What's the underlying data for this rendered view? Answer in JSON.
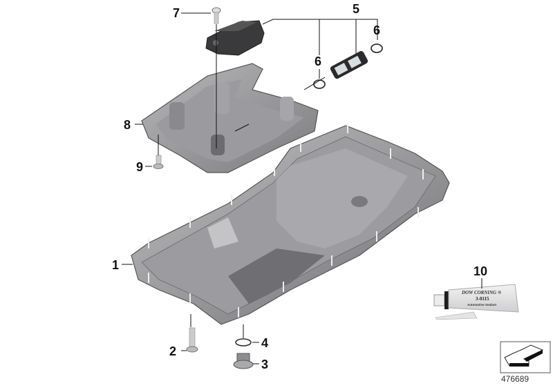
{
  "diagram": {
    "type": "exploded parts diagram",
    "subject": "Engine oil pan assembly with oil deflector, filter strainer and sealant",
    "diagram_number": "476689",
    "callouts": [
      {
        "id": "1",
        "label": "1",
        "part": "oil pan"
      },
      {
        "id": "2",
        "label": "2",
        "part": "bolt"
      },
      {
        "id": "3",
        "label": "3",
        "part": "drain plug"
      },
      {
        "id": "4",
        "label": "4",
        "part": "seal ring"
      },
      {
        "id": "5",
        "label": "5",
        "part": "strainer / filter cartridge"
      },
      {
        "id": "6a",
        "label": "6",
        "part": "o-ring"
      },
      {
        "id": "6b",
        "label": "6",
        "part": "o-ring"
      },
      {
        "id": "7",
        "label": "7",
        "part": "screw"
      },
      {
        "id": "8",
        "label": "8",
        "part": "oil deflector / baffle"
      },
      {
        "id": "9",
        "label": "9",
        "part": "bolt"
      },
      {
        "id": "10",
        "label": "10",
        "part": "sealant tube"
      }
    ],
    "sealant_tube": {
      "brand": "DOW CORNING ®",
      "code": "3-0115",
      "description": "Automotive Sealant"
    }
  },
  "colors": {
    "metal_light": "#b4b4b6",
    "metal_mid": "#8f8f92",
    "metal_dark": "#5e5e62",
    "cover_dark": "#3a3a3c",
    "line": "#111111"
  }
}
